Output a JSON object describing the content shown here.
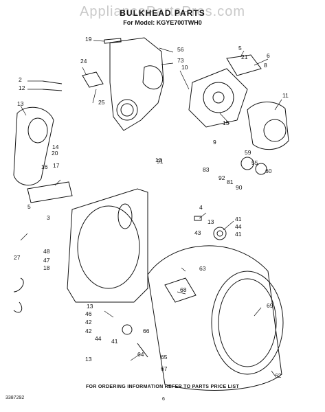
{
  "watermark": "AppliancePartsPros.com",
  "title": "BULKHEAD PARTS",
  "subtitle": "For Model: KGYE700TWH0",
  "footer_note": "FOR ORDERING INFORMATION REFER TO PARTS PRICE LIST",
  "doc_number": "3387292",
  "page_number": "6",
  "callouts": [
    "19",
    "56",
    "73",
    "24",
    "10",
    "5",
    "6",
    "21",
    "11",
    "2",
    "12",
    "25",
    "8",
    "13",
    "14",
    "15",
    "20",
    "17",
    "16",
    "13",
    "4",
    "59",
    "55",
    "60",
    "3",
    "5",
    "9",
    "83",
    "92",
    "81",
    "90",
    "91",
    "13",
    "43",
    "41",
    "44",
    "41",
    "27",
    "48",
    "47",
    "18",
    "63",
    "68",
    "69",
    "13",
    "46",
    "42",
    "42",
    "44",
    "41",
    "66",
    "64",
    "65",
    "13",
    "67",
    "62"
  ]
}
